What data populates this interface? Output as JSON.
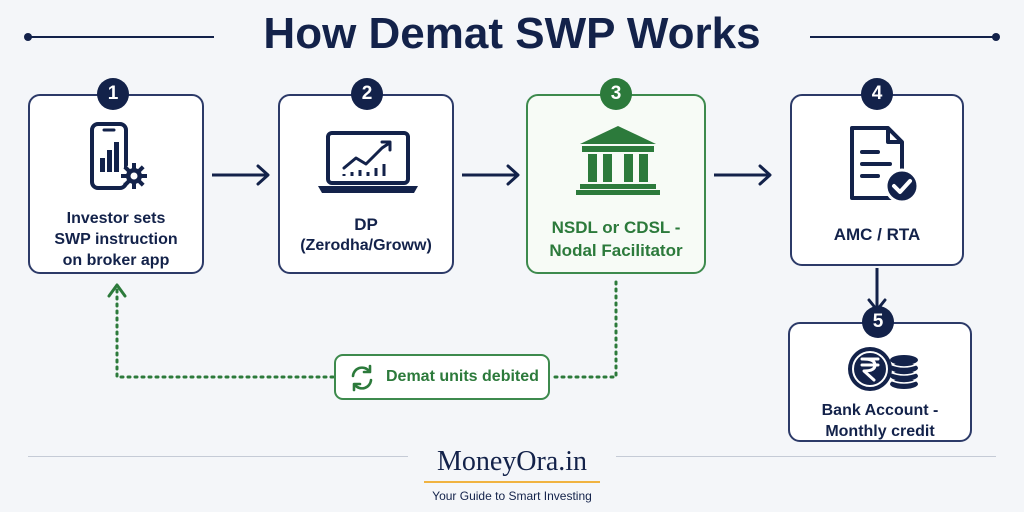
{
  "title": "How Demat SWP Works",
  "steps": [
    {
      "number": "1",
      "lines": [
        "Investor sets",
        "SWP instruction",
        "on broker app"
      ],
      "icon": "smartphone-settings-icon"
    },
    {
      "number": "2",
      "lines": [
        "DP",
        "(Zerodha/Groww)"
      ],
      "icon": "laptop-chart-icon"
    },
    {
      "number": "3",
      "lines": [
        "NSDL or CDSL -",
        "Nodal Facilitator"
      ],
      "icon": "bank-building-icon"
    },
    {
      "number": "4",
      "lines": [
        "AMC / RTA"
      ],
      "icon": "document-check-icon"
    },
    {
      "number": "5",
      "lines": [
        "Bank Account -",
        "Monthly credit"
      ],
      "icon": "rupee-coins-icon"
    }
  ],
  "feedback": {
    "label": "Demat units debited",
    "icon": "refresh-icon"
  },
  "footer": {
    "brand": "MoneyOra.in",
    "tagline": "Your Guide to Smart Investing"
  },
  "colors": {
    "navy": "#13224a",
    "green": "#2c7a3b",
    "gold": "#f0b341"
  }
}
